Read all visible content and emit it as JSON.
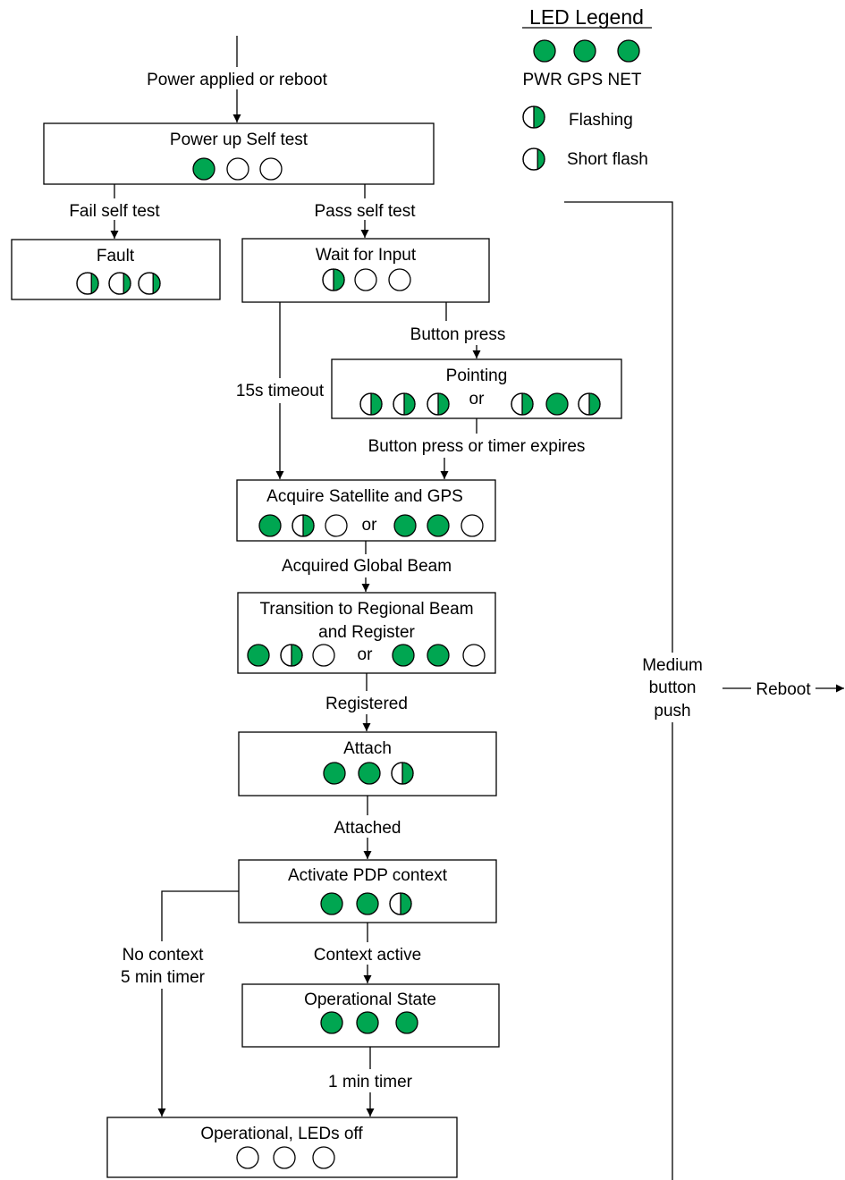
{
  "colors": {
    "led_on": "#00a651",
    "led_off": "#ffffff",
    "line": "#000000"
  },
  "legend": {
    "title": "LED Legend",
    "leds_label": "PWR GPS NET",
    "flashing": "Flashing",
    "short_flash": "Short flash"
  },
  "states": {
    "power_up": {
      "title": "Power up Self test",
      "leds": [
        "on",
        "off",
        "off"
      ]
    },
    "fault": {
      "title": "Fault",
      "leds": [
        "short",
        "short",
        "short"
      ]
    },
    "wait": {
      "title": "Wait for Input",
      "leds": [
        "flash",
        "off",
        "off"
      ]
    },
    "pointing": {
      "title": "Pointing",
      "or": "or",
      "leds_a": [
        "flash",
        "flash",
        "flash"
      ],
      "leds_b": [
        "flash",
        "on",
        "flash"
      ]
    },
    "acquire": {
      "title": "Acquire Satellite and GPS",
      "or": "or",
      "leds_a": [
        "on",
        "flash",
        "off"
      ],
      "leds_b": [
        "on",
        "on",
        "off"
      ]
    },
    "transition": {
      "title_line1": "Transition to Regional Beam",
      "title_line2": "and Register",
      "or": "or",
      "leds_a": [
        "on",
        "flash",
        "off"
      ],
      "leds_b": [
        "on",
        "on",
        "off"
      ]
    },
    "attach": {
      "title": "Attach",
      "leds": [
        "on",
        "on",
        "flash"
      ]
    },
    "activate": {
      "title": "Activate PDP context",
      "leds": [
        "on",
        "on",
        "flash"
      ]
    },
    "operational": {
      "title": "Operational State",
      "leds": [
        "on",
        "on",
        "on"
      ]
    },
    "leds_off": {
      "title": "Operational, LEDs off",
      "leds": [
        "off",
        "off",
        "off"
      ]
    }
  },
  "transitions": {
    "power_applied": "Power applied or reboot",
    "fail_self_test": "Fail self test",
    "pass_self_test": "Pass self test",
    "button_press": "Button press",
    "timeout_15s": "15s timeout",
    "button_or_timer": "Button press or timer expires",
    "acquired_global": "Acquired Global Beam",
    "registered": "Registered",
    "attached": "Attached",
    "no_context_line1": "No context",
    "no_context_line2": "5 min timer",
    "context_active": "Context active",
    "one_min_timer": "1 min timer",
    "medium_line1": "Medium",
    "medium_line2": "button",
    "medium_line3": "push",
    "reboot": "Reboot"
  }
}
